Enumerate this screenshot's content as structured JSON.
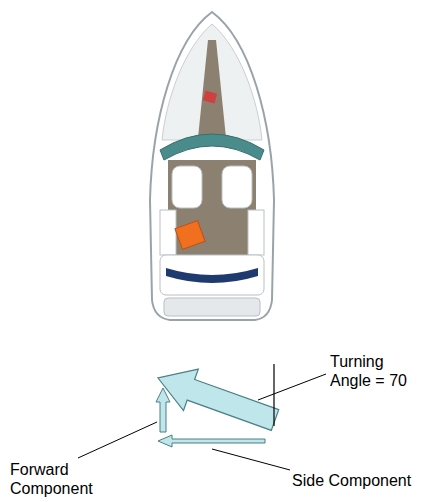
{
  "diagram": {
    "labels": [
      "Turning Angle = 70",
      "Forward Component",
      "Side Component"
    ]
  }
}
